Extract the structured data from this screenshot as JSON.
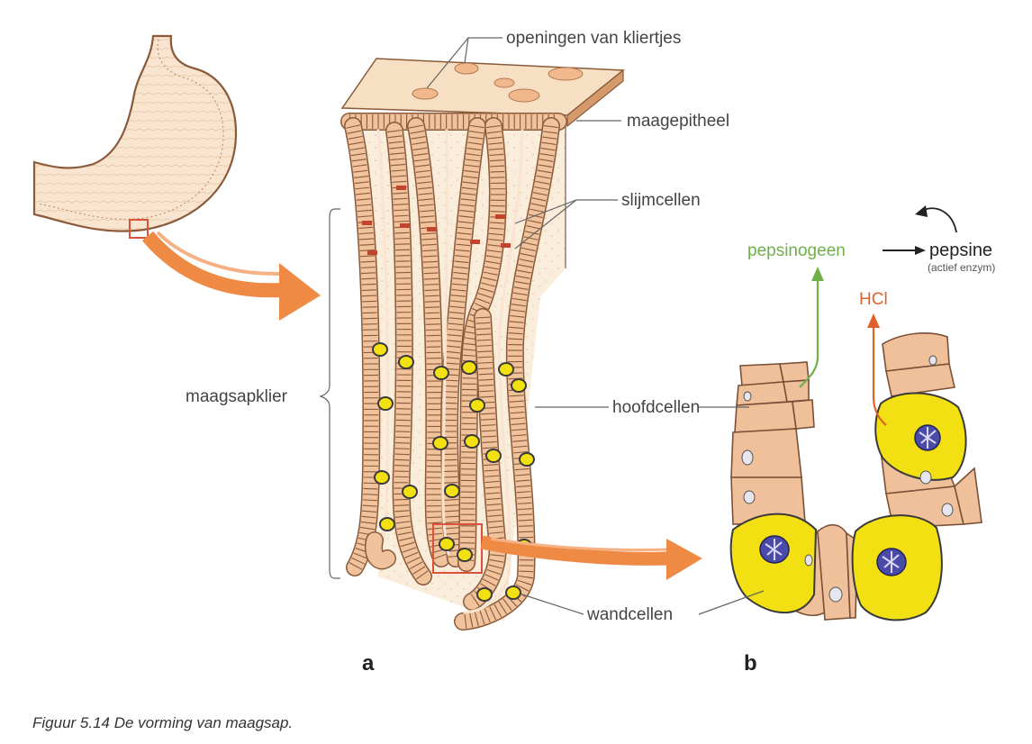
{
  "labels": {
    "openingen": "openingen van kliertjes",
    "maagepitheel": "maagepitheel",
    "slijmcellen": "slijmcellen",
    "maagsapklier": "maagsapklier",
    "hoofdcellen": "hoofdcellen",
    "wandcellen": "wandcellen",
    "pepsinogeen": "pepsinogeen",
    "pepsine": "pepsine",
    "actief_enzym": "(actief enzym)",
    "hcl": "HCl"
  },
  "panels": {
    "a": "a",
    "b": "b"
  },
  "caption": "Figuur 5.14 De vorming van maagsap.",
  "colors": {
    "tissue": "#f1c39d",
    "cell_border": "#8a5a3a",
    "wandcel": "#f3e012",
    "arrow_orange": "#ef8a45",
    "highlight_box": "#d9533a",
    "pepsinogeen_text": "#6fb04a",
    "hcl_text": "#e0602a",
    "nucleus": "#4a4aa8"
  }
}
